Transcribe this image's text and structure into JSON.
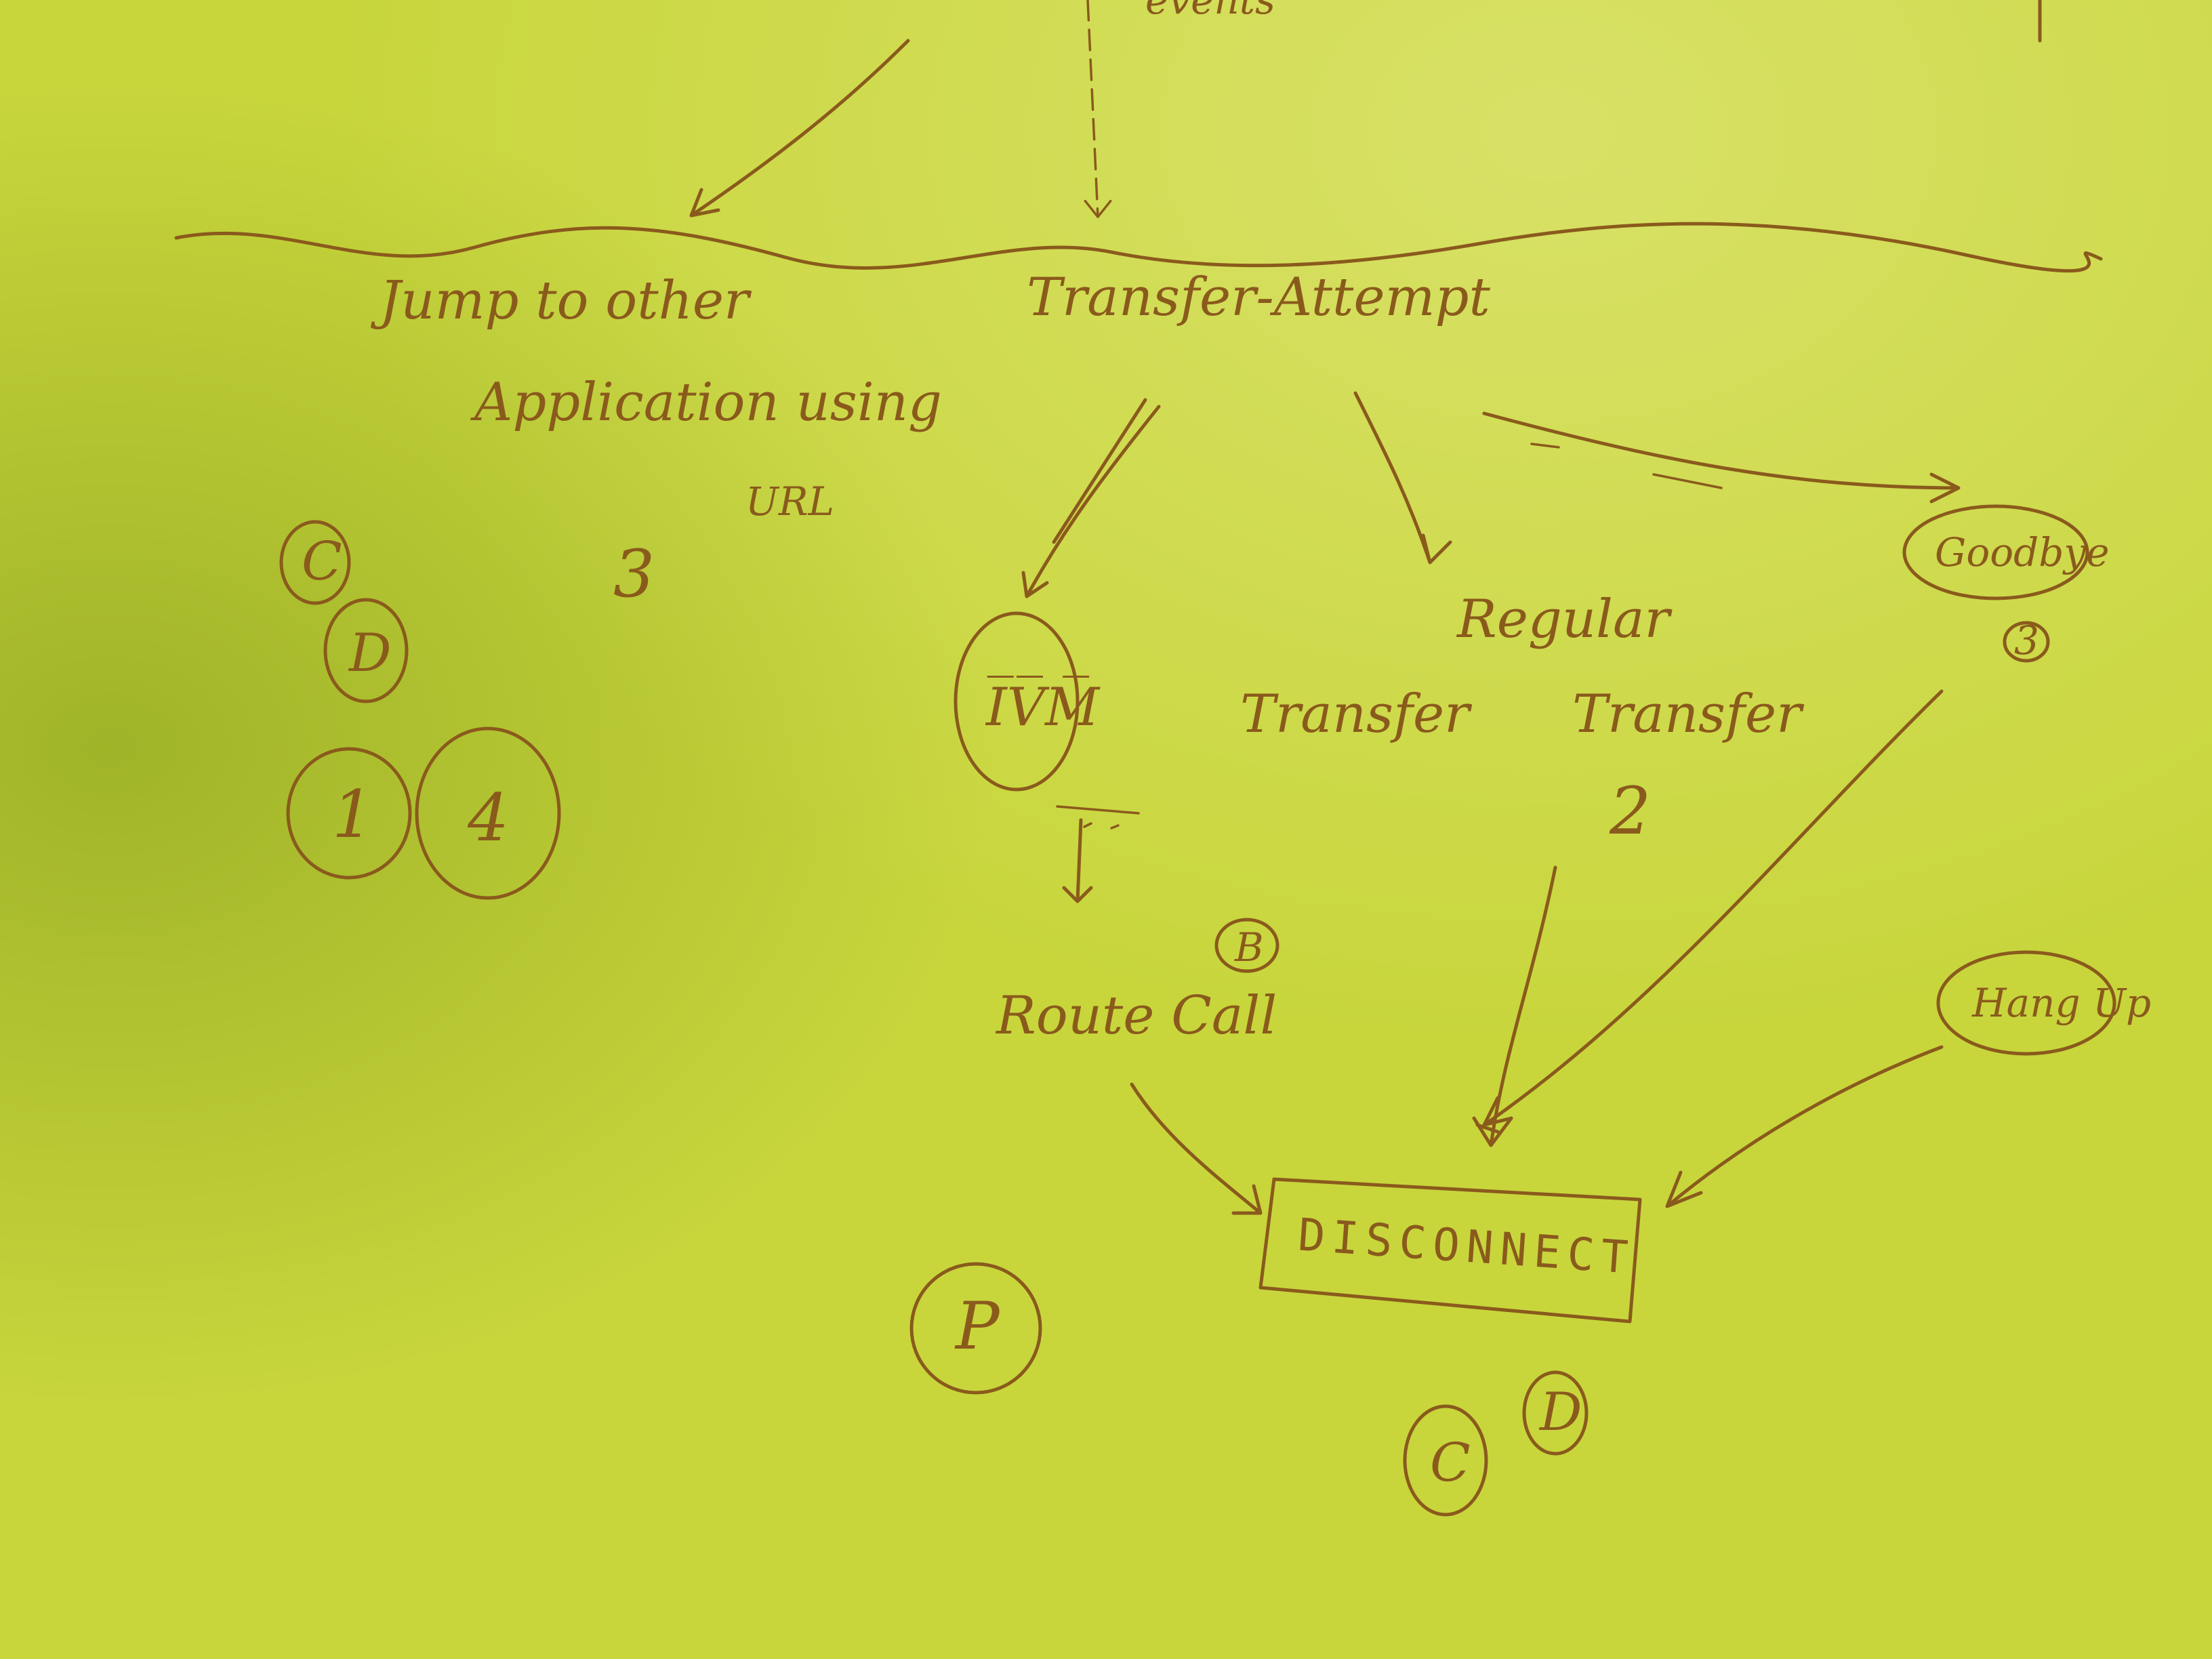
{
  "diagram": {
    "colors": {
      "paper": "#c8d63c",
      "ink": "#8a5a1c"
    },
    "nodes": {
      "disconnect": "DISCONNECT",
      "hangup": "Hang Up",
      "goodbye": "Goodbye",
      "route_call": "Route Call",
      "regular_transfer": [
        "Regular",
        "Transfer"
      ],
      "regular_transfer_num": "2",
      "ivm_transfer": [
        "I̅V̅M̅",
        "Transfer"
      ],
      "transfer_attempt": "Transfer-Attempt",
      "jump_app": [
        "Jump to other",
        "Application using",
        "URL"
      ],
      "jump_app_num": "3",
      "bottom_note": "events"
    },
    "circled_markers": {
      "top_d": "D",
      "top_c": "C",
      "right_of_disconnect": "P",
      "route_b": "B",
      "goodbye_3": "3",
      "right_1": "1",
      "right_4": "4",
      "right_d": "D",
      "right_c": "C"
    }
  }
}
